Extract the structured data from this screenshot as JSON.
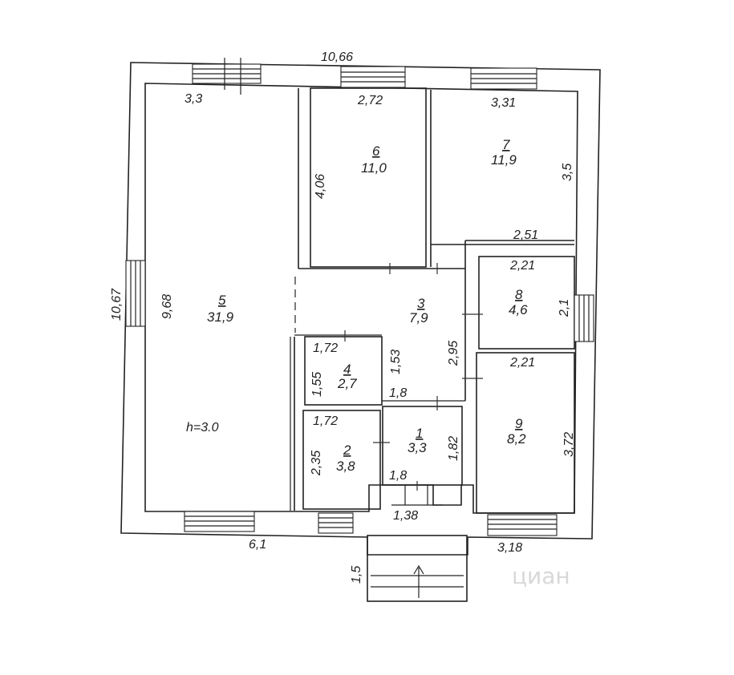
{
  "plan": {
    "height_label": "h=3.0",
    "watermark": "циан",
    "outer_dims": {
      "top": "10,66",
      "left": "10,67",
      "bottom_left": "6,1",
      "bottom_right": "3,18",
      "porch_depth": "1,5",
      "entrance_width": "1,38"
    },
    "rooms": [
      {
        "id": "5",
        "area": "31,9",
        "dims": [
          "3,3",
          "9,68"
        ]
      },
      {
        "id": "6",
        "area": "11,0",
        "dims": [
          "2,72",
          "4,06"
        ]
      },
      {
        "id": "7",
        "area": "11,9",
        "dims": [
          "3,31",
          "3,5"
        ]
      },
      {
        "id": "3",
        "area": "7,9",
        "dims": [
          "1,53",
          "2,95"
        ]
      },
      {
        "id": "8",
        "area": "4,6",
        "dims": [
          "2,51",
          "2,21",
          "2,1"
        ]
      },
      {
        "id": "4",
        "area": "2,7",
        "dims": [
          "1,72",
          "1,55",
          "1,8"
        ]
      },
      {
        "id": "2",
        "area": "3,8",
        "dims": [
          "1,72",
          "2,35"
        ]
      },
      {
        "id": "1",
        "area": "3,3",
        "dims": [
          "1,82",
          "1,8"
        ]
      },
      {
        "id": "9",
        "area": "8,2",
        "dims": [
          "2,21",
          "3,72"
        ]
      }
    ]
  }
}
